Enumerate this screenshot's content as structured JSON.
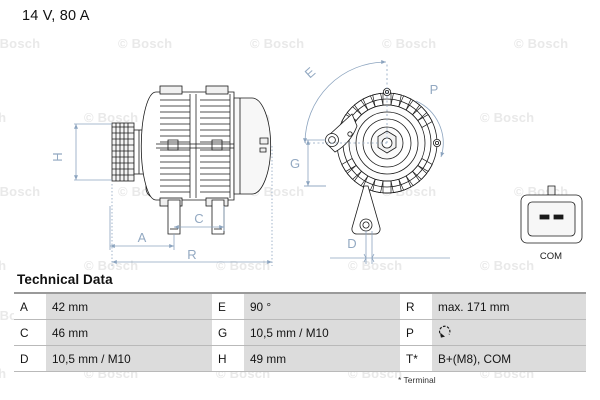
{
  "header": {
    "title": "14 V, 80 A"
  },
  "watermark": {
    "text": "© Bosch"
  },
  "drawing": {
    "left_view": {
      "name": "alternator-side-view",
      "dimension_labels": [
        "H",
        "A",
        "C",
        "R"
      ]
    },
    "right_view": {
      "name": "alternator-end-view",
      "dimension_labels": [
        "E",
        "G",
        "P",
        "D"
      ]
    },
    "connector": {
      "name": "com-connector",
      "label": "COM",
      "pins": 2
    }
  },
  "technical_data": {
    "heading": "Technical Data",
    "rows": [
      {
        "k1": "A",
        "v1": "42 mm",
        "k2": "E",
        "v2": "90 °",
        "k3": "R",
        "v3": "max. 171 mm"
      },
      {
        "k1": "C",
        "v1": "46 mm",
        "k2": "G",
        "v2": "10,5 mm / M10",
        "k3": "P",
        "v3": ""
      },
      {
        "k1": "D",
        "v1": "10,5 mm / M10",
        "k2": "H",
        "v2": "49 mm",
        "k3": "T*",
        "v3": "B+(M8), COM"
      }
    ],
    "footnote": "* Terminal",
    "rotation_icon": "clockwise-rotation-icon"
  },
  "colors": {
    "dimension_line": "#8ca4bf",
    "dimension_text": "#93a9c2",
    "outline": "#1a1a1a",
    "row_value_bg": "#dcdcdc",
    "rule": "#9a9a9a"
  }
}
